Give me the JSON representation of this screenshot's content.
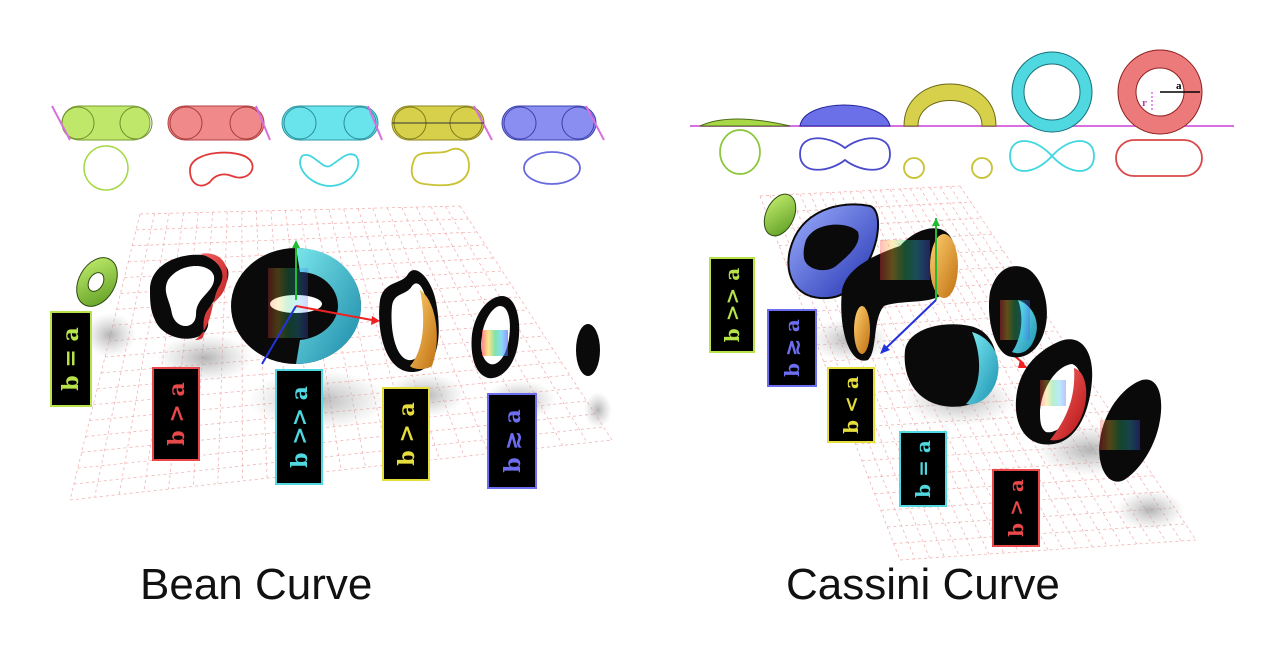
{
  "panels": [
    {
      "caption": "Bean Curve",
      "labels": [
        {
          "text": "b = a",
          "color": "#b7e34a"
        },
        {
          "text": "b > a",
          "color": "#e8484a"
        },
        {
          "text": "b >> a",
          "color": "#4fd8e0"
        },
        {
          "text": "b > a",
          "color": "#e5dd3c"
        },
        {
          "text": "b ≳ a",
          "color": "#6d6df0"
        }
      ],
      "profile_colors": [
        "#a8d846",
        "#e05a5a",
        "#3fd6df",
        "#c9c232",
        "#6a6ae0"
      ]
    },
    {
      "caption": "Cassini Curve",
      "labels": [
        {
          "text": "b >> a",
          "color": "#b7e34a"
        },
        {
          "text": "b ≳ a",
          "color": "#6d6df0"
        },
        {
          "text": "b < a",
          "color": "#e5dd3c"
        },
        {
          "text": "b = a",
          "color": "#4fd8e0"
        },
        {
          "text": "b > a",
          "color": "#e8484a"
        }
      ],
      "profile_colors": [
        "#8bc83e",
        "#5b5bd8",
        "#c9c232",
        "#3fd6df",
        "#d94848"
      ],
      "dimension_labels": {
        "outer": "a",
        "inner": "r"
      }
    }
  ],
  "colors": {
    "grid": "#f2b4b4",
    "axis_green": "#22bb33",
    "axis_red": "#ee2222",
    "axis_blue": "#2233dd",
    "ground": "#d86fe0"
  }
}
